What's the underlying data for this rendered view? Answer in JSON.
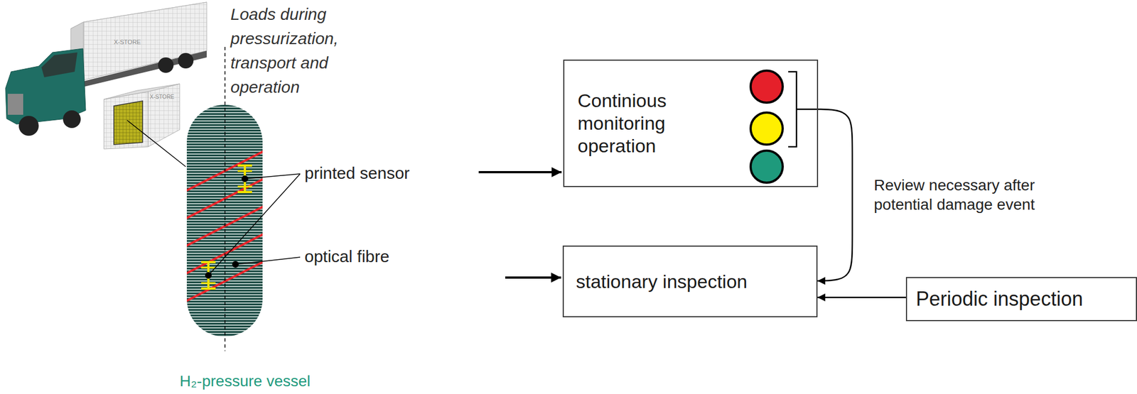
{
  "diagram": {
    "nodes": [
      {
        "text": [
          "Continious monitoring operation"
        ]
      },
      {
        "text": [
          "stationary inspection"
        ]
      },
      {
        "text": [
          "Periodic inspection"
        ]
      }
    ],
    "edges": [
      {
        "from": 0,
        "to": 1,
        "arrow": "to",
        "label": "Review necessary after potential damage event"
      },
      {
        "from": 2,
        "to": 1,
        "arrow": "to"
      }
    ],
    "labels": [
      "X-STORE",
      "X-STORE",
      "Loads during pressurization, transport and operation",
      "printed sensor",
      "optical fibre",
      "H₂-pressure vessel"
    ]
  }
}
